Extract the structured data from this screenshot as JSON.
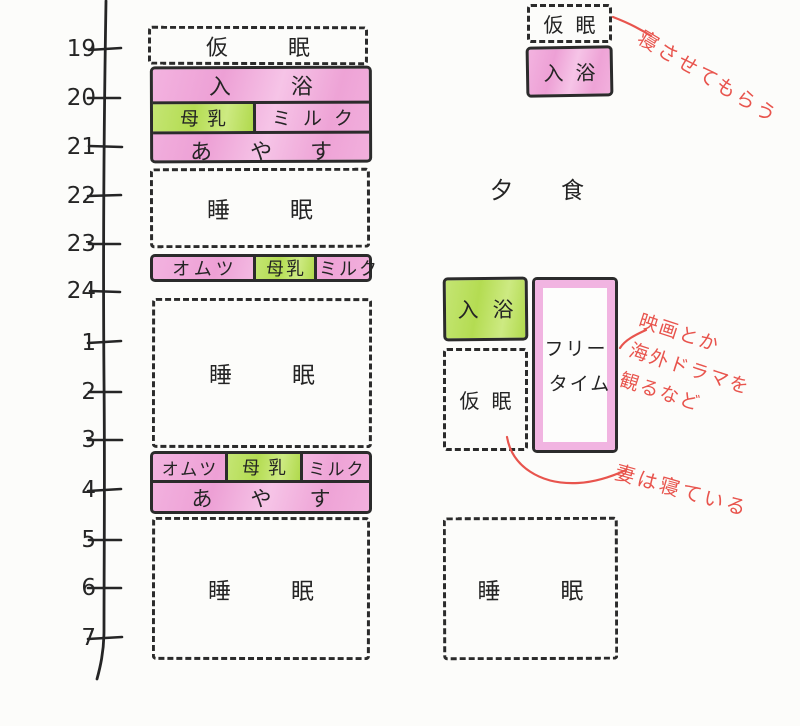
{
  "colors": {
    "pink": "#efa5d8",
    "green": "#b9df5f",
    "red_annotation": "#e8544d",
    "ink": "#2b2b2b",
    "paper": "#fcfcfa"
  },
  "timeline": {
    "hours": [
      "19",
      "20",
      "21",
      "22",
      "23",
      "24",
      "1",
      "2",
      "3",
      "4",
      "5",
      "6",
      "7"
    ]
  },
  "left_column": {
    "nap": "仮眠",
    "bath": "入浴",
    "breast_milk": "母乳",
    "milk": "ミルク",
    "soothe": "あやす",
    "sleep": "睡眠",
    "diaper": "オムツ"
  },
  "right_column": {
    "nap": "仮眠",
    "bath": "入浴",
    "dinner": "夕食",
    "free_time_line1": "フリー",
    "free_time_line2": "タイム",
    "sleep": "睡眠"
  },
  "annotations": {
    "let_me_sleep": "寝させてもらう",
    "movies_line1": "映画とか",
    "movies_line2": "海外ドラマを",
    "movies_line3": "観るなど",
    "wife_sleeping": "妻は寝ている"
  }
}
